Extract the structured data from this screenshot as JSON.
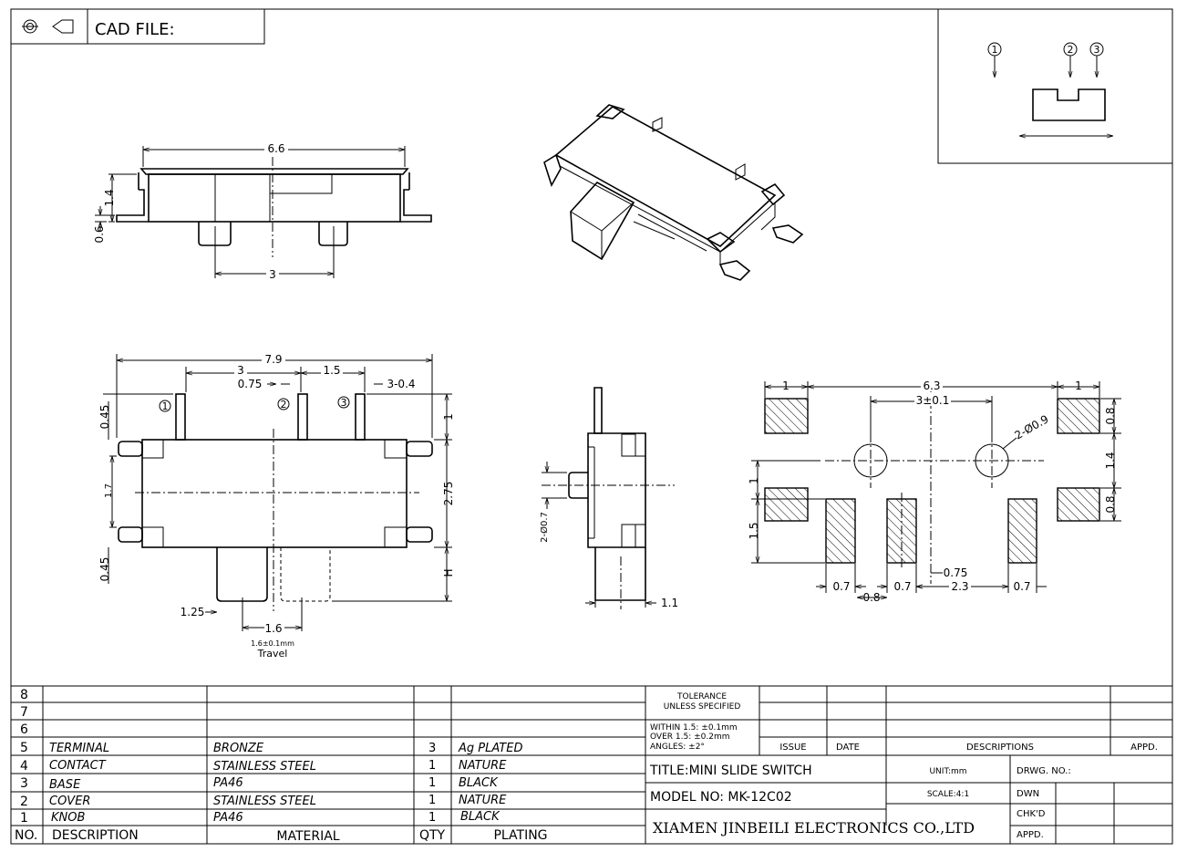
{
  "cad_header": {
    "label": "CAD FILE:",
    "projection_icon": "first-angle-projection-icon"
  },
  "views": {
    "side": {
      "dim_len": "6.6",
      "dim_h": "1.4",
      "dim_pin": "0.6",
      "dim_pitch": "3"
    },
    "top": {
      "dim_len": "7.9",
      "dim_3": "3",
      "dim_075": "0.75",
      "dim_15": "1.5",
      "dim_3_04": "3-0.4",
      "dim_045_top": "0.45",
      "dim_1": "1",
      "dim_17": "1.7",
      "dim_275": "2.75",
      "dim_045_bot": "0.45",
      "dim_h": "H",
      "dim_125": "1.25",
      "dim_16": "1.6",
      "travel_val": "1.6±0.1mm",
      "travel_label": "Travel",
      "pin1": "1",
      "pin2": "2",
      "pin3": "3"
    },
    "end": {
      "dim_hole": "2-Ø0.7",
      "dim_11": "1.1"
    },
    "pcb": {
      "dim_1_left": "1",
      "dim_63": "6.3",
      "dim_1_right": "1",
      "dim_3_01": "3±0.1",
      "dim_hole": "2-Ø0.9",
      "dim_08_top": "0.8",
      "dim_14": "1.4",
      "dim_08_bot": "0.8",
      "dim_1_vert": "1",
      "dim_15": "1.5",
      "dim_07_a": "0.7",
      "dim_08_b": "0.8",
      "dim_07_c": "0.7",
      "dim_075": "0.75",
      "dim_23": "2.3",
      "dim_07_d": "0.7"
    },
    "schematic": {
      "pin1": "1",
      "pin2": "2",
      "pin3": "3"
    }
  },
  "bom": {
    "headers": {
      "no": "NO.",
      "description": "DESCRIPTION",
      "material": "MATERIAL",
      "qty": "QTY",
      "plating": "PLATING"
    },
    "rows": [
      {
        "no": "8",
        "description": "",
        "material": "",
        "qty": "",
        "plating": ""
      },
      {
        "no": "7",
        "description": "",
        "material": "",
        "qty": "",
        "plating": ""
      },
      {
        "no": "6",
        "description": "",
        "material": "",
        "qty": "",
        "plating": ""
      },
      {
        "no": "5",
        "description": "TERMINAL",
        "material": "BRONZE",
        "qty": "3",
        "plating": "Ag PLATED"
      },
      {
        "no": "4",
        "description": "CONTACT",
        "material": "STAINLESS STEEL",
        "qty": "1",
        "plating": "NATURE"
      },
      {
        "no": "3",
        "description": "BASE",
        "material": "PA46",
        "qty": "1",
        "plating": "BLACK"
      },
      {
        "no": "2",
        "description": "COVER",
        "material": "STAINLESS STEEL",
        "qty": "1",
        "plating": "NATURE"
      },
      {
        "no": "1",
        "description": "KNOB",
        "material": "PA46",
        "qty": "1",
        "plating": "BLACK"
      }
    ]
  },
  "title_block": {
    "tolerance_1": "TOLERANCE",
    "tolerance_2": "UNLESS SPECIFIED",
    "within": "WITHIN 1.5: ±0.1mm",
    "over": "OVER 1.5:  ±0.2mm",
    "angles": "ANGLES: ±2°",
    "issue": "ISSUE",
    "date": "DATE",
    "descriptions": "DESCRIPTIONS",
    "appd": "APPD.",
    "title": "TITLE:MINI SLIDE SWITCH",
    "unit": "UNIT:mm",
    "drwg_no": "DRWG. NO.:",
    "model": "MODEL  NO: MK-12C02",
    "scale": "SCALE:4:1",
    "dwn": "DWN",
    "chkd": "CHK'D",
    "appd2": "APPD.",
    "company": "XIAMEN JINBEILI ELECTRONICS CO.,LTD"
  }
}
